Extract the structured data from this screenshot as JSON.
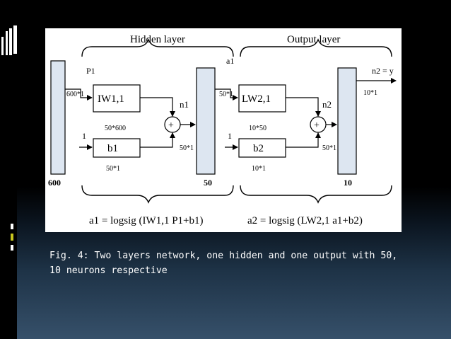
{
  "caption": "Fig. 4: Two layers network, one hidden and one output with 50,\n10 neurons respective",
  "diagram": {
    "hidden_layer_label": "Hidden layer",
    "output_layer_label": "Output layer",
    "input": {
      "label": "P1",
      "dim": "600*1",
      "size_label": "600"
    },
    "hidden": {
      "weight_label": "IW1,1",
      "weight_dim": "50*600",
      "bias_label": "b1",
      "bias_dim": "50*1",
      "bias_input": "1",
      "sum_label": "n1",
      "sum_dim": "50*1",
      "output_label": "a1",
      "output_dim": "50*1",
      "size_label": "50",
      "equation": "a1 = logsig (IW1,1 P1+b1)"
    },
    "output": {
      "weight_label": "LW2,1",
      "weight_dim": "10*50",
      "bias_label": "b2",
      "bias_dim": "10*1",
      "bias_input": "1",
      "sum_label": "n2",
      "sum_dim": "50*1",
      "output_label": "n2 = y",
      "output_dim": "10*1",
      "size_label": "10",
      "equation": "a2 = logsig (LW2,1 a1+b2)"
    },
    "plus": "+"
  }
}
